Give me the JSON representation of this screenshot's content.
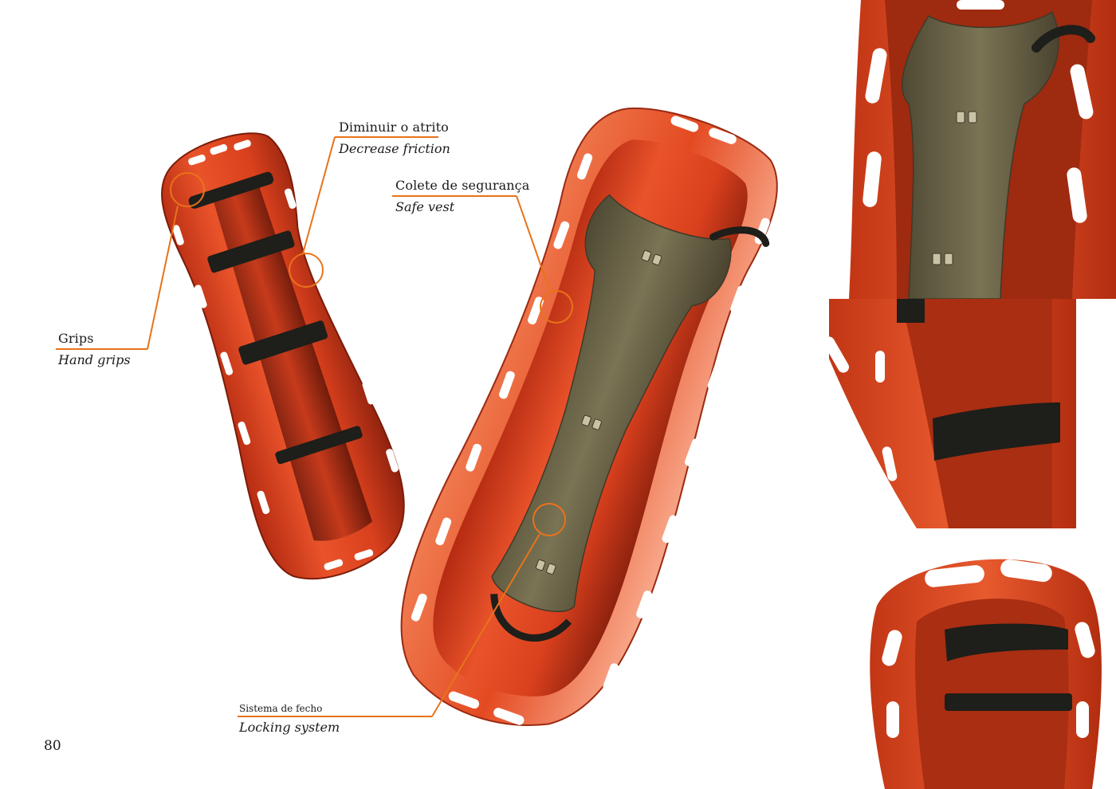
{
  "page_number": "80",
  "colors": {
    "accent_orange": "#e8731a",
    "board_red": "#e0441f",
    "board_dark": "#6e1a0c",
    "vest_olive": "#6b6548",
    "strap_black": "#1e1e1a"
  },
  "callouts": {
    "grips": {
      "pt": "Grips",
      "en": "Hand grips"
    },
    "friction": {
      "pt": "Diminuir o atrito",
      "en": "Decrease friction"
    },
    "vest": {
      "pt": "Colete de segurança",
      "en": "Safe vest"
    },
    "locking": {
      "pt": "Sistema de fecho",
      "en": "Locking system"
    }
  },
  "images": [
    {
      "name": "spine-board-bare",
      "icon": "spine-board-illustration"
    },
    {
      "name": "spine-board-with-vest",
      "icon": "spine-board-vest-illustration"
    },
    {
      "name": "detail-vest-closeup",
      "icon": "vest-detail-illustration"
    },
    {
      "name": "detail-strap-closeup",
      "icon": "strap-detail-illustration"
    },
    {
      "name": "detail-head-grip-closeup",
      "icon": "head-grip-detail-illustration"
    }
  ]
}
